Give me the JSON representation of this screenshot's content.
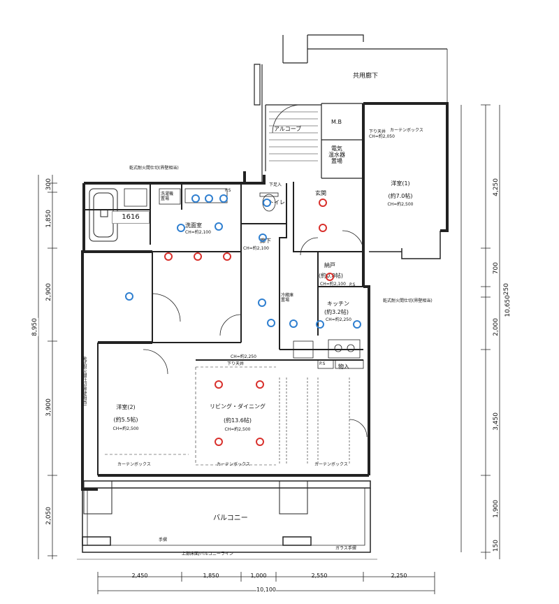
{
  "id_tag": "1616",
  "rooms": {
    "common_corridor": "共用廊下",
    "meter_box": "M.B",
    "alcove": "アルコーブ",
    "water_heater": "電気\n温水器\n置場",
    "curtain_box": "カーテンボックス",
    "bedroom1_name": "洋室(1)",
    "bedroom1_size": "(約7.0帖)",
    "bedroom1_ch": "CH=約2,500",
    "bedroom1_ceiling": "下り天井\nCH=約2,050",
    "entrance": "玄関",
    "storage_name": "納戸",
    "storage_size": "(約0.8帖)",
    "storage_ch": "CH=約2,100",
    "kitchen_name": "キッチン",
    "kitchen_size": "(約3.2帖)",
    "kitchen_ch": "CH=約2,250",
    "washroom": "洗面室",
    "washroom_ch": "CH=約2,100",
    "washer_area": "洗濯機\n置場",
    "toilet": "トイレ",
    "hallway": "廊下",
    "hallway_ch": "CH=約2,100",
    "fridge_area": "冷蔵庫\n置場",
    "closet": "物入",
    "ps": "P.S",
    "shoe_box": "下足入",
    "bedroom2_name": "洋室(2)",
    "bedroom2_size": "(約5.5帖)",
    "bedroom2_ch": "CH=約2,500",
    "living_name": "リビング・ダイニング",
    "living_size": "(約13.6帖)",
    "living_ch": "CH=約2,500",
    "balcony": "バルコニー",
    "fire_wall_top": "乾式耐火間仕切(界壁相当)",
    "fire_wall_left": "乾式耐火間仕切(界壁相当)",
    "fire_wall_right": "乾式耐火間仕切(界壁相当)",
    "balcony_line": "上部床面/バルコニーライン",
    "handrail": "手摺",
    "glass_rail": "ガラス手摺",
    "lowered_ceiling": "下り天井",
    "ch_2250": "CH=約2,250"
  },
  "dims_bottom": [
    "2,450",
    "1,850",
    "1,000",
    "2,550",
    "2,250"
  ],
  "dim_total_bottom": "10,100",
  "dims_left": [
    "300",
    "1,850",
    "2,900",
    "3,900",
    "2,050"
  ],
  "dim_left_total": "8,950",
  "dims_right": [
    "4,250",
    "700",
    "250",
    "2,000",
    "3,450",
    "1,900",
    "150"
  ],
  "dim_right_total": "10,650",
  "legend_colors": {
    "red_marker": "#d8302c",
    "blue_marker": "#2f7fd0"
  }
}
